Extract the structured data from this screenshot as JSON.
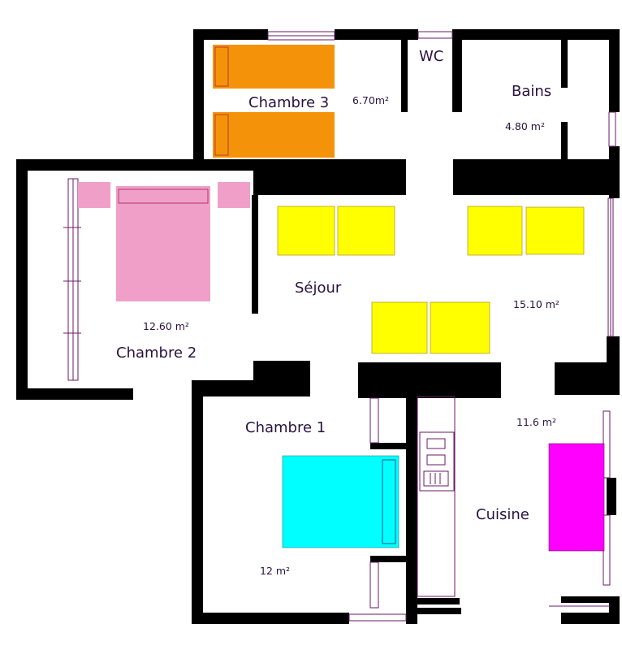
{
  "colors": {
    "wall": "#000000",
    "bed_orange": "#f4930a",
    "bed_pink": "#f0a0c8",
    "sofa_yellow": "#ffff00",
    "bed_cyan": "#00ffff",
    "table_magenta": "#ff00ff",
    "window_line": "#6a1a6a"
  },
  "rooms": {
    "chambre3": {
      "name": "Chambre 3",
      "area": "6.70m²"
    },
    "wc": {
      "name": "WC"
    },
    "bains": {
      "name": "Bains",
      "area": "4.80 m²"
    },
    "chambre2": {
      "name": "Chambre 2",
      "area": "12.60 m²"
    },
    "sejour": {
      "name": "Séjour",
      "area": "15.10 m²"
    },
    "chambre1": {
      "name": "Chambre 1",
      "area": "12 m²"
    },
    "cuisine": {
      "name": "Cuisine",
      "area": "11.6 m²"
    }
  }
}
